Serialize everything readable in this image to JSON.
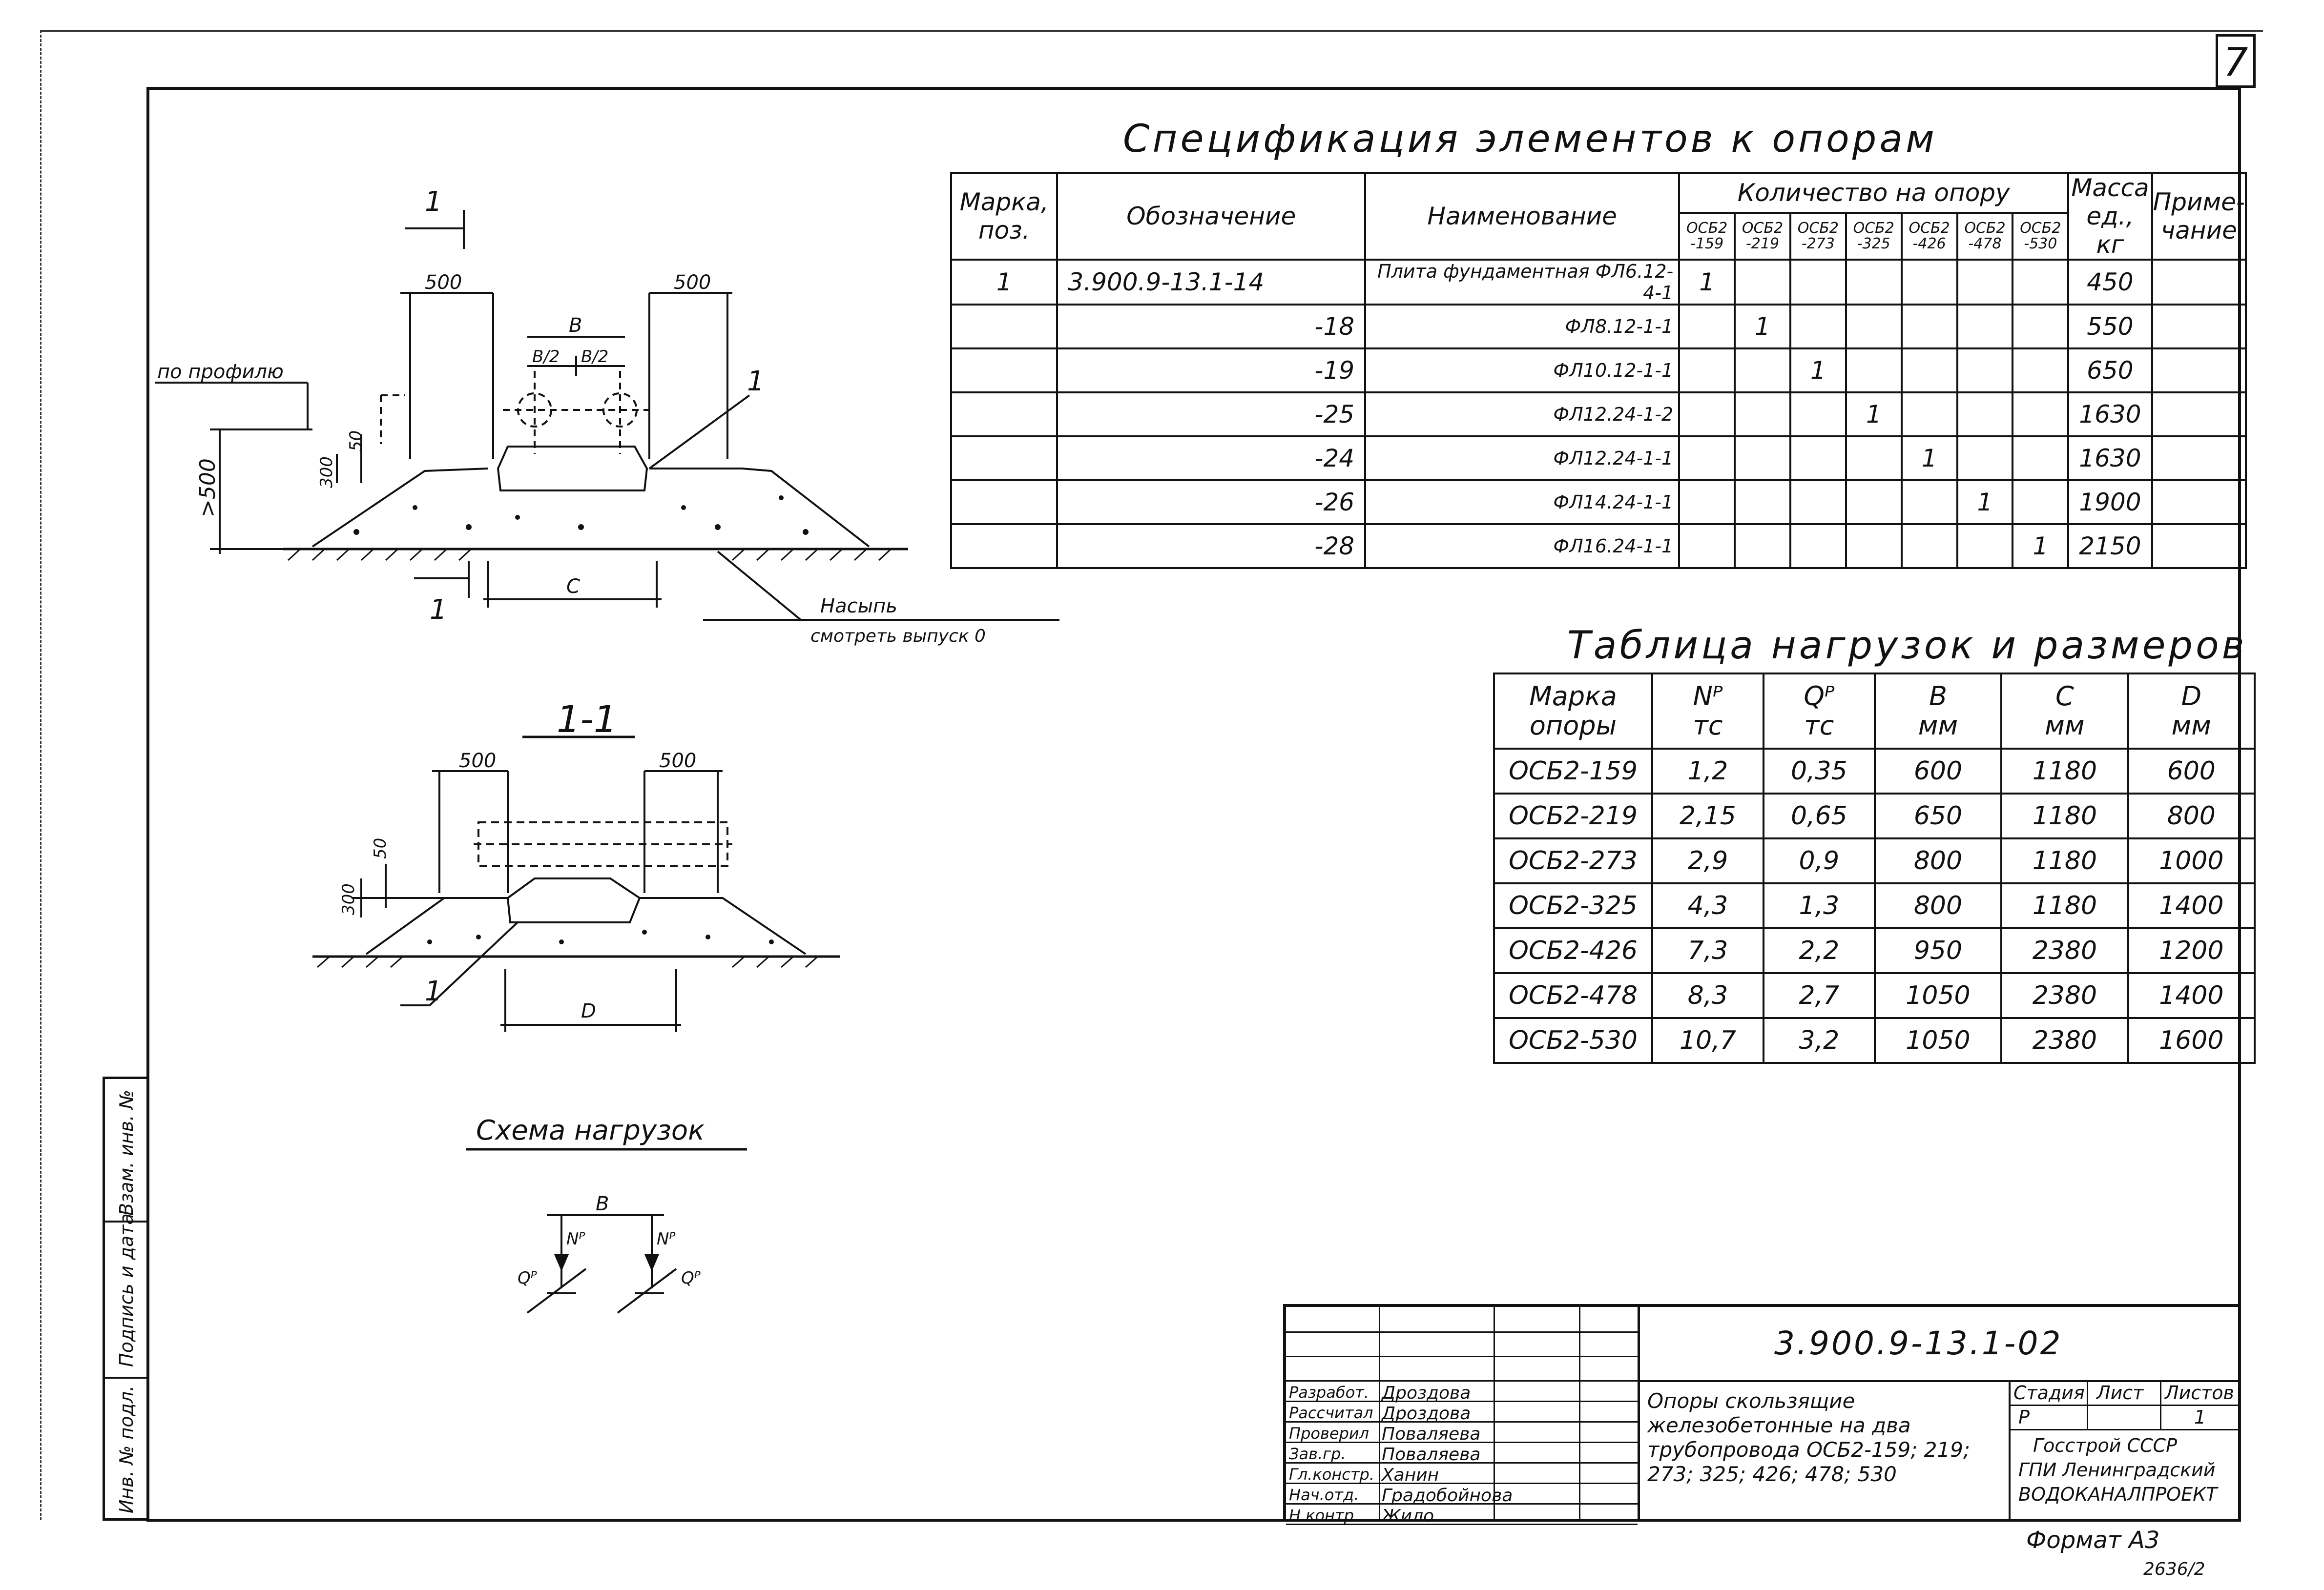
{
  "sheet_number": "7",
  "spec": {
    "title": "Спецификация элементов к опорам",
    "headers": {
      "mark": "Марка, поз.",
      "designation": "Обозначение",
      "name": "Наименование",
      "qty": "Количество на опору",
      "mass": "Масса ед., кг",
      "note": "Приме- чание"
    },
    "qty_columns": [
      "ОСБ2 -159",
      "ОСБ2 -219",
      "ОСБ2 -273",
      "ОСБ2 -325",
      "ОСБ2 -426",
      "ОСБ2 -478",
      "ОСБ2 -530"
    ],
    "rows": [
      {
        "mark": "1",
        "designation": "3.900.9-13.1-14",
        "name": "Плита фундаментная ФЛ6.12-4-1",
        "qty": [
          "1",
          "",
          "",
          "",
          "",
          "",
          ""
        ],
        "mass": "450",
        "note": ""
      },
      {
        "mark": "",
        "designation": "-18",
        "name": "ФЛ8.12-1-1",
        "qty": [
          "",
          "1",
          "",
          "",
          "",
          "",
          ""
        ],
        "mass": "550",
        "note": ""
      },
      {
        "mark": "",
        "designation": "-19",
        "name": "ФЛ10.12-1-1",
        "qty": [
          "",
          "",
          "1",
          "",
          "",
          "",
          ""
        ],
        "mass": "650",
        "note": ""
      },
      {
        "mark": "",
        "designation": "-25",
        "name": "ФЛ12.24-1-2",
        "qty": [
          "",
          "",
          "",
          "1",
          "",
          "",
          ""
        ],
        "mass": "1630",
        "note": ""
      },
      {
        "mark": "",
        "designation": "-24",
        "name": "ФЛ12.24-1-1",
        "qty": [
          "",
          "",
          "",
          "",
          "1",
          "",
          ""
        ],
        "mass": "1630",
        "note": ""
      },
      {
        "mark": "",
        "designation": "-26",
        "name": "ФЛ14.24-1-1",
        "qty": [
          "",
          "",
          "",
          "",
          "",
          "1",
          ""
        ],
        "mass": "1900",
        "note": ""
      },
      {
        "mark": "",
        "designation": "-28",
        "name": "ФЛ16.24-1-1",
        "qty": [
          "",
          "",
          "",
          "",
          "",
          "",
          "1"
        ],
        "mass": "2150",
        "note": ""
      }
    ]
  },
  "loads": {
    "title": "Таблица нагрузок и размеров",
    "headers": [
      {
        "top": "Марка",
        "bottom": "опоры"
      },
      {
        "top": "Nᴾ",
        "bottom": "тс"
      },
      {
        "top": "Qᴾ",
        "bottom": "тс"
      },
      {
        "top": "B",
        "bottom": "мм"
      },
      {
        "top": "C",
        "bottom": "мм"
      },
      {
        "top": "D",
        "bottom": "мм"
      }
    ],
    "rows": [
      [
        "ОСБ2-159",
        "1,2",
        "0,35",
        "600",
        "1180",
        "600"
      ],
      [
        "ОСБ2-219",
        "2,15",
        "0,65",
        "650",
        "1180",
        "800"
      ],
      [
        "ОСБ2-273",
        "2,9",
        "0,9",
        "800",
        "1180",
        "1000"
      ],
      [
        "ОСБ2-325",
        "4,3",
        "1,3",
        "800",
        "1180",
        "1400"
      ],
      [
        "ОСБ2-426",
        "7,3",
        "2,2",
        "950",
        "2380",
        "1200"
      ],
      [
        "ОСБ2-478",
        "8,3",
        "2,7",
        "1050",
        "2380",
        "1400"
      ],
      [
        "ОСБ2-530",
        "10,7",
        "3,2",
        "1050",
        "2380",
        "1600"
      ]
    ]
  },
  "drawing": {
    "dim_500": "500",
    "dim_B": "B",
    "dim_B2": "B/2",
    "dim_50": "50",
    "dim_300": "300",
    "dim_gt500": ">500",
    "dim_C": "C",
    "dim_D": "D",
    "section_mark": "1",
    "pos_1": "1",
    "by_profile": "по профилю",
    "fill_line1": "Насыпь",
    "fill_line2": "смотреть выпуск 0",
    "section_title": "1-1",
    "loads_scheme_title": "Схема нагрузок",
    "N": "Nᴾ",
    "Q": "Qᴾ"
  },
  "title_block": {
    "doc_code": "3.900.9-13.1-02",
    "description": "Опоры скользящие железобетонные на два трубопровода ОСБ2-159; 219; 273; 325; 426; 478; 530",
    "stage_label": "Стадия",
    "sheet_label": "Лист",
    "sheets_label": "Листов",
    "stage": "Р",
    "sheets": "1",
    "org_line1": "Госстрой СССР",
    "org_line2": "ГПИ Ленинградский",
    "org_line3": "ВОДОКАНАЛПРОЕКТ",
    "people": [
      {
        "role": "Разработ.",
        "name": "Дроздова"
      },
      {
        "role": "Рассчитал",
        "name": "Дроздова"
      },
      {
        "role": "Проверил",
        "name": "Поваляева"
      },
      {
        "role": "Зав.гр.",
        "name": "Поваляева"
      },
      {
        "role": "Гл.констр.",
        "name": "Ханин"
      },
      {
        "role": "Нач.отд.",
        "name": "Градобойнова"
      },
      {
        "role": "Н.контр.",
        "name": "Жило"
      }
    ]
  },
  "side_strip": [
    "Взам. инв. №",
    "Подпись и дата",
    "Инв. № подл."
  ],
  "footer": {
    "format": "Формат А3",
    "number": "2636/2"
  },
  "colors": {
    "ink": "#111111",
    "paper": "#ffffff"
  }
}
